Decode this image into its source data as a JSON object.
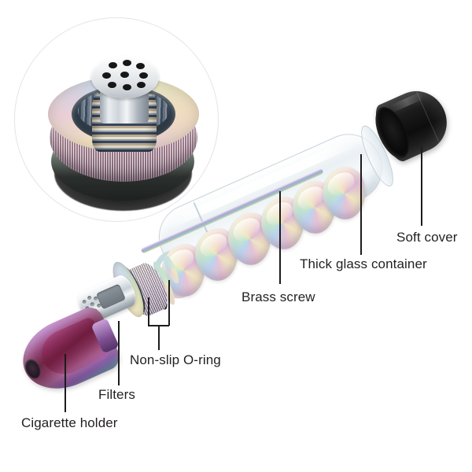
{
  "image": {
    "kind": "product-exploded-diagram",
    "subject": "Metal pipe cigarette holder kit",
    "background_color": "#ffffff",
    "label_color": "#231f20"
  },
  "inset": {
    "name": "magnified-cap-detail",
    "description": "Close-up of knurled iridescent cap with perforated filter screen",
    "hole_count": 9
  },
  "labels": [
    {
      "id": "cigarette-holder",
      "text": "Cigarette holder"
    },
    {
      "id": "filters",
      "text": "Filters"
    },
    {
      "id": "non-slip-o-ring",
      "text": "Non-slip O-ring"
    },
    {
      "id": "brass-screw",
      "text": "Brass screw"
    },
    {
      "id": "thick-glass-container",
      "text": "Thick glass container"
    },
    {
      "id": "soft-cover",
      "text": "Soft cover"
    }
  ],
  "parts": {
    "cone": {
      "name": "cigarette-holder-cone",
      "finish": "iridescent rainbow anodized"
    },
    "filter_sleeve": {
      "name": "chrome-filter-sleeve",
      "hole_count": 8
    },
    "o_rings": {
      "name": "non-slip-o-rings",
      "count": 2,
      "color": "#111111"
    },
    "knurl_collar": {
      "name": "knurled-collar",
      "finish": "iridescent"
    },
    "auger": {
      "name": "brass-screw-auger",
      "blade_count": 6
    },
    "glass": {
      "name": "thick-glass-container",
      "color": "#eef4f7"
    },
    "cover": {
      "name": "soft-cover-cap",
      "color": "#141414"
    }
  }
}
